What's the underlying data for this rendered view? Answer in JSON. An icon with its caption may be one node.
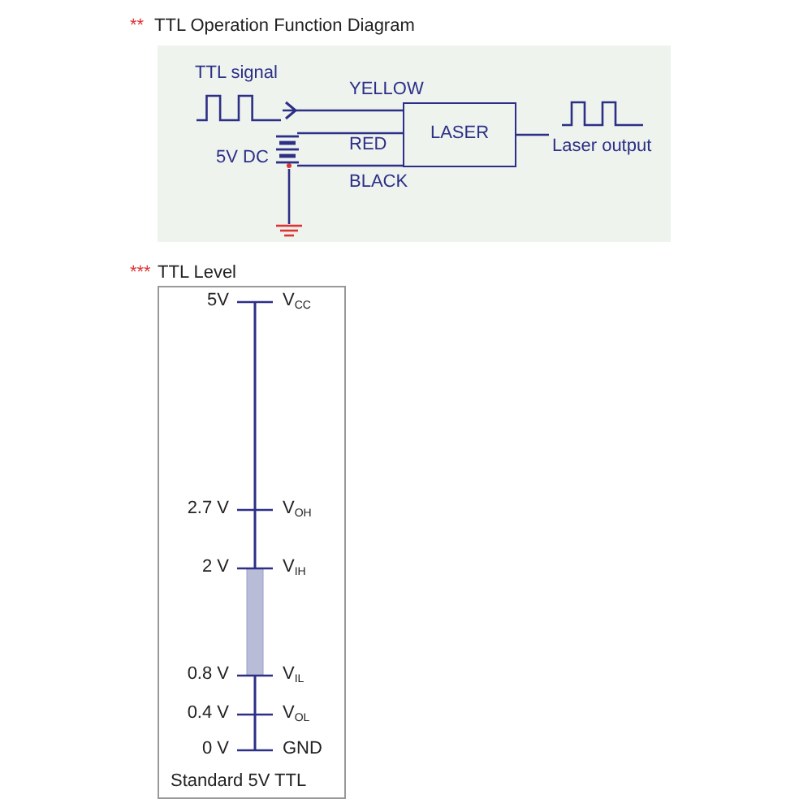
{
  "diagram": {
    "title": "TTL Operation Function Diagram",
    "nodes": [
      {
        "text": [
          "TTL signal"
        ]
      },
      {
        "text": [
          "LASER"
        ]
      },
      {
        "text": [
          "5V DC"
        ]
      },
      {
        "text": [],
        "shape": "ground"
      },
      {
        "text": [
          "Laser output"
        ]
      }
    ],
    "edges": [
      {
        "from": 0,
        "to": 1,
        "arrow": "other",
        "label": "YELLOW"
      },
      {
        "from": 2,
        "to": 1,
        "arrow": "none",
        "label": "RED"
      },
      {
        "from": 2,
        "to": 1,
        "arrow": "none",
        "label": "BLACK"
      },
      {
        "from": 2,
        "to": 3,
        "arrow": "none"
      },
      {
        "from": 1,
        "to": 4,
        "arrow": "none"
      }
    ],
    "labels": [
      "**",
      "***",
      "TTL Level",
      "5V",
      "V$_{CC}$",
      "2.7 V",
      "V$_{OH}$",
      "2 V",
      "V$_{IH}$",
      "0.8 V",
      "V$_{IL}$",
      "0.4 V",
      "V$_{OL}$",
      "0 V",
      "GND",
      "Standard 5V TTL"
    ]
  }
}
